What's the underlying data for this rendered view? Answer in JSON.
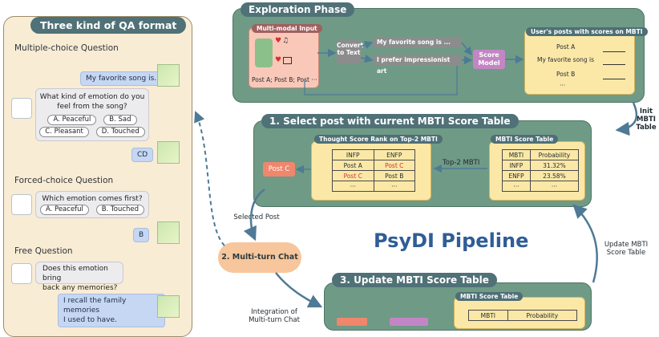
{
  "qa_panel": {
    "title": "Three kind of QA format",
    "mc": {
      "heading": "Multiple-choice Question",
      "user_msg": "My favorite song is...",
      "question_line1": "What kind of emotion do you",
      "question_line2": "feel from the song?",
      "options": [
        "A. Peaceful",
        "B. Sad",
        "C. Pleasant",
        "D. Touched"
      ],
      "answer": "CD"
    },
    "fc": {
      "heading": "Forced-choice Question",
      "question": "Which emotion comes first?",
      "options": [
        "A. Peaceful",
        "B. Touched"
      ],
      "answer": "B"
    },
    "free": {
      "heading": "Free Question",
      "question_line1": "Does this emotion bring",
      "question_line2": "back any memories?",
      "answer_line1": "I recall the family memories",
      "answer_line2": "I used to have."
    }
  },
  "exploration": {
    "title": "Exploration Phase",
    "multimodal_label": "Multi-modal Input",
    "posts_label": "Post A; Post B; Post ···",
    "convert_label": "Convert to Text",
    "text1": "My favorite song is ...",
    "text2": "I prefer impressionist art",
    "score_model": "Score Model",
    "user_posts_label": "User's posts with scores on MBTI",
    "post_rows": [
      "Post A",
      "My favorite song is",
      "Post B",
      "···"
    ]
  },
  "init_label": "Init MBTI Table",
  "step1": {
    "title": "1. Select post with current MBTI Score Table",
    "rank_label": "Thought Score Rank on Top-2 MBTI",
    "rank_header": [
      "INFP",
      "ENFP"
    ],
    "rank_rows": [
      [
        "Post A",
        "Post C"
      ],
      [
        "Post C",
        "Post B"
      ],
      [
        "···",
        "···"
      ]
    ],
    "top2_label": "Top-2 MBTI",
    "post_c": "Post C",
    "score_table_label": "MBTI Score Table",
    "score_header": [
      "MBTI",
      "Probability"
    ],
    "score_rows": [
      [
        "INFP",
        "31.32%"
      ],
      [
        "ENFP",
        "23.58%"
      ],
      [
        "···",
        "···"
      ]
    ]
  },
  "selected_post_label": "Selected Post",
  "chat_label": "2. Multi-turn Chat",
  "pipeline_title": "PsyDI Pipeline",
  "update_label": "Update MBTI Score Table",
  "integration_label": "Integration of Multi-turn Chat",
  "step3": {
    "title": "3. Update MBTI Score Table",
    "score_table_label": "MBTI Score Table",
    "score_header": [
      "MBTI",
      "Probability"
    ]
  },
  "colors": {
    "green_block": "#6f9a86",
    "yellow_card": "#fbe8a7",
    "pill": "#4f7177",
    "accent_red": "#d33131",
    "arrow_blue": "#4e7a96",
    "title_blue": "#2f5d96"
  },
  "icons": [
    "user-avatar-icon",
    "bot-avatar-icon",
    "heart-icon",
    "music-note-icon",
    "image-icon",
    "bar-chart-icon"
  ]
}
